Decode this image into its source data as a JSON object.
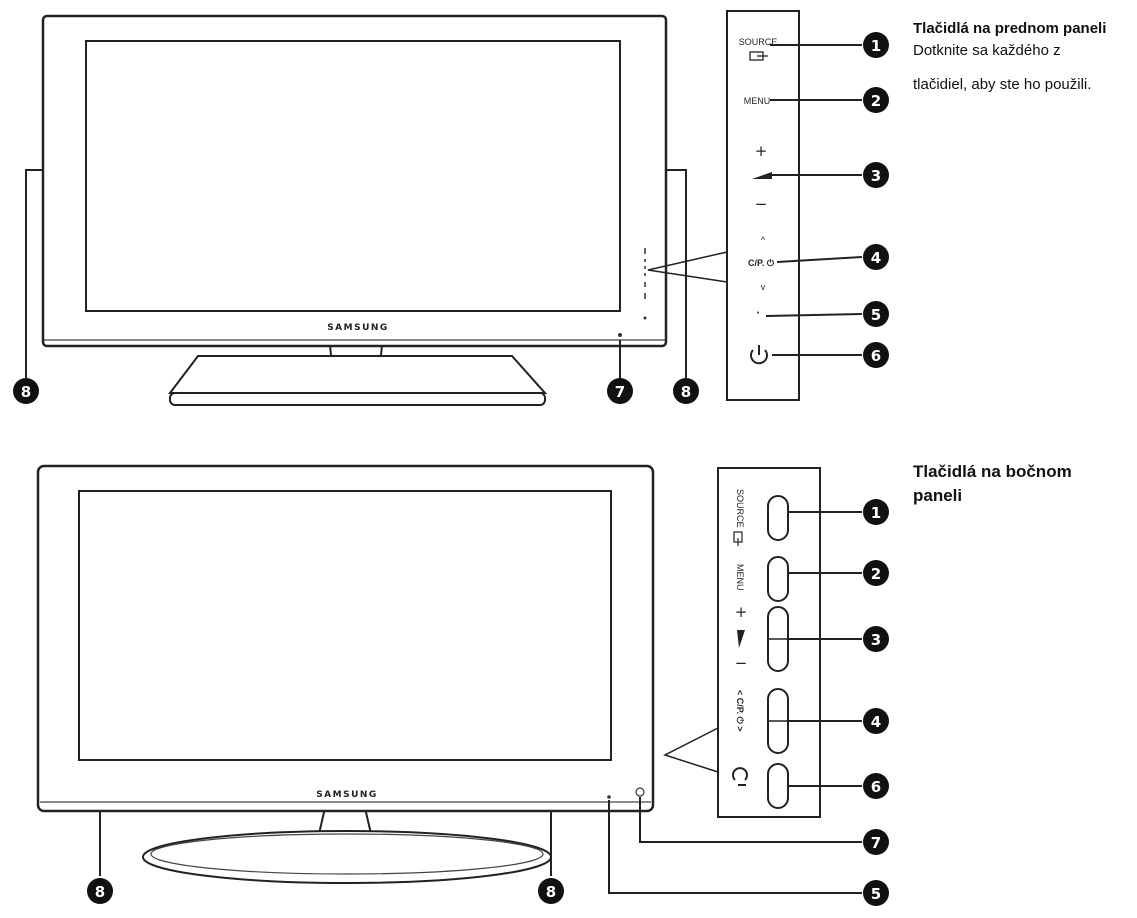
{
  "front_section": {
    "heading": "Tlačidlá na prednom paneli",
    "description_line1": "Dotknite sa každého z",
    "description_line2": "tlačidiel, aby ste ho použili.",
    "tv_brand": "SAMSUNG",
    "panel_labels": {
      "source": "SOURCE",
      "menu": "MENU",
      "volume_plus": "+",
      "volume_minus": "−",
      "channel_up": "^",
      "channel_power": "C/P. ⏻",
      "channel_down": "v",
      "dot": "·"
    }
  },
  "side_section": {
    "heading_line1": "Tlačidlá na bočnom",
    "heading_line2": "paneli",
    "tv_brand": "SAMSUNG",
    "panel_labels": {
      "source": "SOURCE",
      "menu": "MENU",
      "volume_plus": "+",
      "volume_minus": "−",
      "channel": "< C/P. ⏻ >"
    }
  },
  "callouts": {
    "n1": "1",
    "n2": "2",
    "n3": "3",
    "n4": "4",
    "n5": "5",
    "n6": "6",
    "n7": "7",
    "n8": "8"
  }
}
